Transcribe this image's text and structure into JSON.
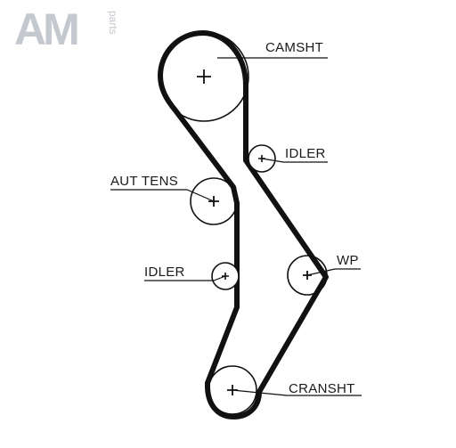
{
  "logo": {
    "brand": "AM",
    "suffix": "parts"
  },
  "labels": {
    "camshaft": "CAMSHT",
    "idler_top": "IDLER",
    "auto_tensioner": "AUT TENS",
    "idler_bottom": "IDLER",
    "water_pump": "WP",
    "crankshaft": "CRANSHT"
  },
  "colors": {
    "belt": "#111111",
    "pulley": "#111111",
    "logo": "#c4c8cf"
  }
}
